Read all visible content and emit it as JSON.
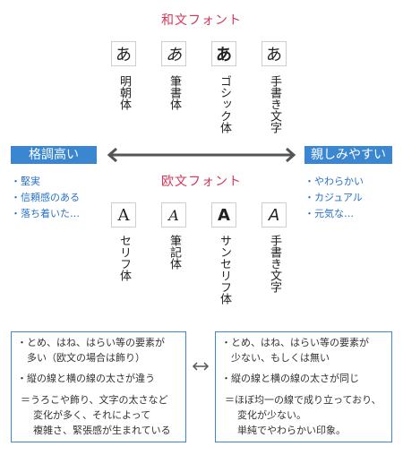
{
  "top_heading": "和文フォント",
  "mid_heading": "欧文フォント",
  "japanese_fonts": [
    {
      "glyph": "あ",
      "label": "明朝体"
    },
    {
      "glyph": "あ",
      "label": "筆書体"
    },
    {
      "glyph": "あ",
      "label": "ゴシック体"
    },
    {
      "glyph": "あ",
      "label": "手書き文字"
    }
  ],
  "western_fonts": [
    {
      "glyph": "A",
      "label": "セリフ体"
    },
    {
      "glyph": "A",
      "label": "筆記体"
    },
    {
      "glyph": "A",
      "label": "サンセリフ体"
    },
    {
      "glyph": "A",
      "label": "手書き文字"
    }
  ],
  "left_tag": "格調高い",
  "right_tag": "親しみやすい",
  "left_traits": [
    "堅実",
    "信頼感のある",
    "落ち着いた…"
  ],
  "right_traits": [
    "やわらかい",
    "カジュアル",
    "元気な…"
  ],
  "left_panel": [
    "・とめ、はね、はらい等の要素が",
    "多い（欧文の場合は飾り）",
    "・縦の線と横の線の太さが違う",
    "＝うろこや飾り、文字の太さなど",
    "変化が多く、それによって",
    "複雑さ、緊張感が生まれている"
  ],
  "right_panel": [
    "・とめ、はね、はらい等の要素が",
    "少ない、もしくは無い",
    "・縦の線と横の線の太さが同じ",
    "＝ほぼ均一の線で成り立っており、",
    "変化が少ない。",
    "単純でやわらかい印象。"
  ],
  "colors": {
    "accent_red": "#d8355a",
    "accent_blue": "#3a86d0",
    "arrow_gray": "#555555"
  }
}
